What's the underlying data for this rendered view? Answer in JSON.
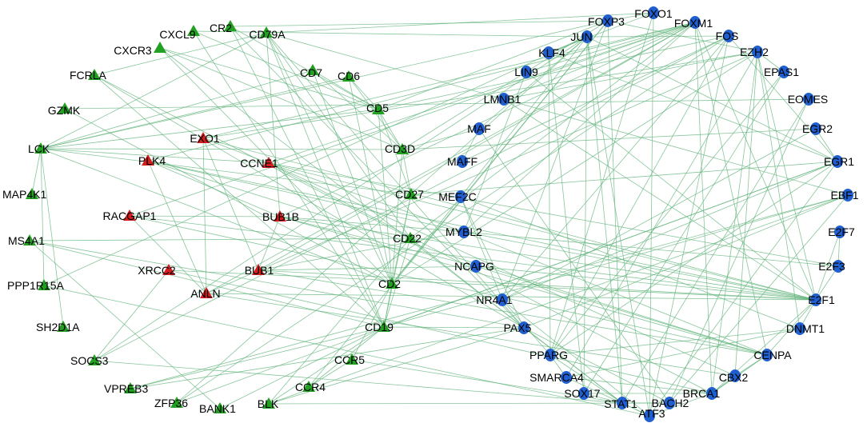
{
  "colors": {
    "edge": "#5fb37a",
    "immune_gene": "#22a022",
    "proliferation_gene": "#d41e1e",
    "transcription_factor": "#1f5fcf"
  },
  "node_types": [
    {
      "key": "immune_gene",
      "shape": "triangle",
      "color": "#22a022"
    },
    {
      "key": "proliferation_gene",
      "shape": "triangle",
      "color": "#d41e1e"
    },
    {
      "key": "transcription_factor",
      "shape": "ellipse",
      "color": "#1f5fcf"
    }
  ],
  "nodes": [
    {
      "id": "CXCL9",
      "type": "immune_gene"
    },
    {
      "id": "CR2",
      "type": "immune_gene"
    },
    {
      "id": "CD79A",
      "type": "immune_gene"
    },
    {
      "id": "CXCR3",
      "type": "immune_gene"
    },
    {
      "id": "CD7",
      "type": "immune_gene"
    },
    {
      "id": "FCRLA",
      "type": "immune_gene"
    },
    {
      "id": "CD6",
      "type": "immune_gene"
    },
    {
      "id": "GZMK",
      "type": "immune_gene"
    },
    {
      "id": "CD5",
      "type": "immune_gene"
    },
    {
      "id": "LCK",
      "type": "immune_gene"
    },
    {
      "id": "CD3D",
      "type": "immune_gene"
    },
    {
      "id": "MAP4K1",
      "type": "immune_gene"
    },
    {
      "id": "CD27",
      "type": "immune_gene"
    },
    {
      "id": "MS4A1",
      "type": "immune_gene"
    },
    {
      "id": "CD22",
      "type": "immune_gene"
    },
    {
      "id": "PPP1R15A",
      "type": "immune_gene"
    },
    {
      "id": "CD2",
      "type": "immune_gene"
    },
    {
      "id": "SH2D1A",
      "type": "immune_gene"
    },
    {
      "id": "CD19",
      "type": "immune_gene"
    },
    {
      "id": "SOCS3",
      "type": "immune_gene"
    },
    {
      "id": "CCR5",
      "type": "immune_gene"
    },
    {
      "id": "VPREB3",
      "type": "immune_gene"
    },
    {
      "id": "CCR4",
      "type": "immune_gene"
    },
    {
      "id": "ZFP36",
      "type": "immune_gene"
    },
    {
      "id": "BANK1",
      "type": "immune_gene"
    },
    {
      "id": "BLK",
      "type": "immune_gene"
    },
    {
      "id": "EXO1",
      "type": "proliferation_gene"
    },
    {
      "id": "PLK4",
      "type": "proliferation_gene"
    },
    {
      "id": "CCNE1",
      "type": "proliferation_gene"
    },
    {
      "id": "RACGAP1",
      "type": "proliferation_gene"
    },
    {
      "id": "BUB1B",
      "type": "proliferation_gene"
    },
    {
      "id": "XRCC2",
      "type": "proliferation_gene"
    },
    {
      "id": "BUB1",
      "type": "proliferation_gene"
    },
    {
      "id": "ANLN",
      "type": "proliferation_gene"
    },
    {
      "id": "FOXO1",
      "type": "transcription_factor"
    },
    {
      "id": "FOXP3",
      "type": "transcription_factor"
    },
    {
      "id": "FOXM1",
      "type": "transcription_factor"
    },
    {
      "id": "JUN",
      "type": "transcription_factor"
    },
    {
      "id": "FOS",
      "type": "transcription_factor"
    },
    {
      "id": "KLF4",
      "type": "transcription_factor"
    },
    {
      "id": "EZH2",
      "type": "transcription_factor"
    },
    {
      "id": "EPAS1",
      "type": "transcription_factor"
    },
    {
      "id": "LIN9",
      "type": "transcription_factor"
    },
    {
      "id": "EOMES",
      "type": "transcription_factor"
    },
    {
      "id": "LMNB1",
      "type": "transcription_factor"
    },
    {
      "id": "EGR2",
      "type": "transcription_factor"
    },
    {
      "id": "MAF",
      "type": "transcription_factor"
    },
    {
      "id": "EGR1",
      "type": "transcription_factor"
    },
    {
      "id": "MAFF",
      "type": "transcription_factor"
    },
    {
      "id": "EBF1",
      "type": "transcription_factor"
    },
    {
      "id": "MEF2C",
      "type": "transcription_factor"
    },
    {
      "id": "E2F7",
      "type": "transcription_factor"
    },
    {
      "id": "MYBL2",
      "type": "transcription_factor"
    },
    {
      "id": "E2F3",
      "type": "transcription_factor"
    },
    {
      "id": "NCAPG",
      "type": "transcription_factor"
    },
    {
      "id": "E2F1",
      "type": "transcription_factor"
    },
    {
      "id": "NR4A1",
      "type": "transcription_factor"
    },
    {
      "id": "DNMT1",
      "type": "transcription_factor"
    },
    {
      "id": "PAX5",
      "type": "transcription_factor"
    },
    {
      "id": "CENPA",
      "type": "transcription_factor"
    },
    {
      "id": "PPARG",
      "type": "transcription_factor"
    },
    {
      "id": "CBX2",
      "type": "transcription_factor"
    },
    {
      "id": "SMARCA4",
      "type": "transcription_factor"
    },
    {
      "id": "BRCA1",
      "type": "transcription_factor"
    },
    {
      "id": "SOX17",
      "type": "transcription_factor"
    },
    {
      "id": "BACH2",
      "type": "transcription_factor"
    },
    {
      "id": "STAT1",
      "type": "transcription_factor"
    },
    {
      "id": "ATF3",
      "type": "transcription_factor"
    }
  ],
  "edges": [
    [
      "CXCL9",
      "JUN"
    ],
    [
      "CXCL9",
      "CD19"
    ],
    [
      "CXCL9",
      "CD5"
    ],
    [
      "CR2",
      "FOXP3"
    ],
    [
      "CR2",
      "CD19"
    ],
    [
      "CR2",
      "PAX5"
    ],
    [
      "CR2",
      "CD5"
    ],
    [
      "CD79A",
      "CD19"
    ],
    [
      "CD79A",
      "CD22"
    ],
    [
      "CD79A",
      "PAX5"
    ],
    [
      "CD79A",
      "EBF1"
    ],
    [
      "CD79A",
      "CD2"
    ],
    [
      "CD79A",
      "FOXO1"
    ],
    [
      "CD79A",
      "BUB1B"
    ],
    [
      "CD79A",
      "LCK"
    ],
    [
      "CD79A",
      "FCRLA"
    ],
    [
      "CXCR3",
      "STAT1"
    ],
    [
      "CXCR3",
      "CD5"
    ],
    [
      "CXCR3",
      "CD2"
    ],
    [
      "CXCR3",
      "CD3D"
    ],
    [
      "CD7",
      "CD2"
    ],
    [
      "CD7",
      "CD5"
    ],
    [
      "CD7",
      "CD3D"
    ],
    [
      "CD7",
      "LCK"
    ],
    [
      "FCRLA",
      "CD19"
    ],
    [
      "FCRLA",
      "CD22"
    ],
    [
      "FCRLA",
      "PAX5"
    ],
    [
      "CD6",
      "CD5"
    ],
    [
      "CD6",
      "CD2"
    ],
    [
      "CD6",
      "CD3D"
    ],
    [
      "CD6",
      "LCK"
    ],
    [
      "GZMK",
      "CD2"
    ],
    [
      "GZMK",
      "EOMES"
    ],
    [
      "CD5",
      "LCK"
    ],
    [
      "CD5",
      "CD2"
    ],
    [
      "CD5",
      "CD3D"
    ],
    [
      "CD5",
      "CD27"
    ],
    [
      "CD5",
      "FOS"
    ],
    [
      "CD5",
      "FOXP3"
    ],
    [
      "LCK",
      "CD3D"
    ],
    [
      "LCK",
      "CD2"
    ],
    [
      "LCK",
      "CD27"
    ],
    [
      "LCK",
      "FOXP3"
    ],
    [
      "LCK",
      "MAP4K1"
    ],
    [
      "LCK",
      "SH2D1A"
    ],
    [
      "LCK",
      "PPP1R15A"
    ],
    [
      "LCK",
      "CCNE1"
    ],
    [
      "CD3D",
      "CD2"
    ],
    [
      "CD3D",
      "CD27"
    ],
    [
      "CD3D",
      "FOXP3"
    ],
    [
      "CD3D",
      "EGR2"
    ],
    [
      "CD3D",
      "MAF"
    ],
    [
      "CD27",
      "CD2"
    ],
    [
      "CD27",
      "CD19"
    ],
    [
      "CD27",
      "EGR1"
    ],
    [
      "MS4A1",
      "CD19"
    ],
    [
      "MS4A1",
      "CD22"
    ],
    [
      "MS4A1",
      "PAX5"
    ],
    [
      "MS4A1",
      "BANK1"
    ],
    [
      "CD22",
      "CD19"
    ],
    [
      "CD22",
      "PAX5"
    ],
    [
      "CD22",
      "BLK"
    ],
    [
      "CD22",
      "FOXM1"
    ],
    [
      "CD2",
      "CD19"
    ],
    [
      "CD2",
      "EZH2"
    ],
    [
      "CD2",
      "FOXP3"
    ],
    [
      "CD2",
      "JUN"
    ],
    [
      "CD2",
      "CCR5"
    ],
    [
      "CD19",
      "PAX5"
    ],
    [
      "CD19",
      "BLK"
    ],
    [
      "CD19",
      "VPREB3"
    ],
    [
      "CD19",
      "BANK1"
    ],
    [
      "CD19",
      "EBF1"
    ],
    [
      "CD19",
      "EGR1"
    ],
    [
      "CD19",
      "CCR4"
    ],
    [
      "SOCS3",
      "STAT1"
    ],
    [
      "SOCS3",
      "JUN"
    ],
    [
      "SOCS3",
      "FOS"
    ],
    [
      "CCR5",
      "CCR4"
    ],
    [
      "CCR5",
      "STAT1"
    ],
    [
      "CCR4",
      "FOXP3"
    ],
    [
      "VPREB3",
      "PAX5"
    ],
    [
      "VPREB3",
      "EBF1"
    ],
    [
      "ZFP36",
      "FOS"
    ],
    [
      "ZFP36",
      "JUN"
    ],
    [
      "ZFP36",
      "EGR1"
    ],
    [
      "BLK",
      "PAX5"
    ],
    [
      "BLK",
      "EBF1"
    ],
    [
      "BLK",
      "BACH2"
    ],
    [
      "PPP1R15A",
      "ATF3"
    ],
    [
      "PPP1R15A",
      "JUN"
    ],
    [
      "EXO1",
      "E2F1"
    ],
    [
      "EXO1",
      "FOXM1"
    ],
    [
      "EXO1",
      "BUB1"
    ],
    [
      "EXO1",
      "ANLN"
    ],
    [
      "EXO1",
      "EZH2"
    ],
    [
      "EXO1",
      "CCNE1"
    ],
    [
      "PLK4",
      "FOXM1"
    ],
    [
      "PLK4",
      "E2F1"
    ],
    [
      "PLK4",
      "MYBL2"
    ],
    [
      "PLK4",
      "ANLN"
    ],
    [
      "PLK4",
      "BUB1B"
    ],
    [
      "PLK4",
      "CENPA"
    ],
    [
      "CCNE1",
      "E2F1"
    ],
    [
      "CCNE1",
      "E2F3"
    ],
    [
      "CCNE1",
      "BRCA1"
    ],
    [
      "CCNE1",
      "MYBL2"
    ],
    [
      "CCNE1",
      "FOXM1"
    ],
    [
      "CCNE1",
      "CBX2"
    ],
    [
      "RACGAP1",
      "FOXM1"
    ],
    [
      "RACGAP1",
      "E2F1"
    ],
    [
      "RACGAP1",
      "ANLN"
    ],
    [
      "RACGAP1",
      "BUB1B"
    ],
    [
      "RACGAP1",
      "CENPA"
    ],
    [
      "BUB1B",
      "FOXM1"
    ],
    [
      "BUB1B",
      "E2F1"
    ],
    [
      "BUB1B",
      "BUB1"
    ],
    [
      "BUB1B",
      "MYBL2"
    ],
    [
      "BUB1B",
      "NCAPG"
    ],
    [
      "BUB1B",
      "CENPA"
    ],
    [
      "XRCC2",
      "BRCA1"
    ],
    [
      "XRCC2",
      "E2F1"
    ],
    [
      "XRCC2",
      "SOCS3"
    ],
    [
      "BUB1",
      "FOXM1"
    ],
    [
      "BUB1",
      "E2F1"
    ],
    [
      "BUB1",
      "NCAPG"
    ],
    [
      "BUB1",
      "CENPA"
    ],
    [
      "BUB1",
      "MYBL2"
    ],
    [
      "ANLN",
      "FOXM1"
    ],
    [
      "ANLN",
      "E2F1"
    ],
    [
      "ANLN",
      "EZH2"
    ],
    [
      "ANLN",
      "CBX2"
    ],
    [
      "FOXM1",
      "E2F1"
    ],
    [
      "FOXM1",
      "MYBL2"
    ],
    [
      "FOXM1",
      "CENPA"
    ],
    [
      "FOXM1",
      "LIN9"
    ],
    [
      "FOXM1",
      "BRCA1"
    ],
    [
      "FOXO1",
      "KLF4"
    ],
    [
      "FOXO1",
      "PPARG"
    ],
    [
      "FOXO1",
      "FOXP3"
    ],
    [
      "FOXO1",
      "ATF3"
    ],
    [
      "FOXP3",
      "STAT1"
    ],
    [
      "FOXP3",
      "EZH2"
    ],
    [
      "FOXP3",
      "NR4A1"
    ],
    [
      "JUN",
      "FOS"
    ],
    [
      "JUN",
      "ATF3"
    ],
    [
      "JUN",
      "STAT1"
    ],
    [
      "JUN",
      "KLF4"
    ],
    [
      "JUN",
      "EGR1"
    ],
    [
      "JUN",
      "MAF"
    ],
    [
      "JUN",
      "SOX17"
    ],
    [
      "FOS",
      "EGR1"
    ],
    [
      "FOS",
      "ATF3"
    ],
    [
      "FOS",
      "MAFF"
    ],
    [
      "FOS",
      "NR4A1"
    ],
    [
      "FOS",
      "PPARG"
    ],
    [
      "KLF4",
      "PPARG"
    ],
    [
      "KLF4",
      "EGR1"
    ],
    [
      "KLF4",
      "SOX17"
    ],
    [
      "EZH2",
      "E2F1"
    ],
    [
      "EZH2",
      "BRCA1"
    ],
    [
      "EZH2",
      "DNMT1"
    ],
    [
      "EZH2",
      "CBX2"
    ],
    [
      "EZH2",
      "SMARCA4"
    ],
    [
      "EZH2",
      "LMNB1"
    ],
    [
      "EPAS1",
      "EZH2"
    ],
    [
      "EPAS1",
      "PPARG"
    ],
    [
      "EPAS1",
      "SOX17"
    ],
    [
      "LIN9",
      "MYBL2"
    ],
    [
      "LIN9",
      "E2F1"
    ],
    [
      "EOMES",
      "STAT1"
    ],
    [
      "EOMES",
      "BACH2"
    ],
    [
      "LMNB1",
      "E2F1"
    ],
    [
      "LMNB1",
      "FOXM1"
    ],
    [
      "EGR2",
      "EGR1"
    ],
    [
      "EGR2",
      "NR4A1"
    ],
    [
      "MAF",
      "MAFF"
    ],
    [
      "MAF",
      "BACH2"
    ],
    [
      "EGR1",
      "NR4A1"
    ],
    [
      "EGR1",
      "ATF3"
    ],
    [
      "EGR1",
      "PPARG"
    ],
    [
      "EBF1",
      "PAX5"
    ],
    [
      "EBF1",
      "BACH2"
    ],
    [
      "MEF2C",
      "NR4A1"
    ],
    [
      "MEF2C",
      "PAX5"
    ],
    [
      "MEF2C",
      "DNMT1"
    ],
    [
      "E2F7",
      "E2F1"
    ],
    [
      "E2F7",
      "E2F3"
    ],
    [
      "MYBL2",
      "E2F1"
    ],
    [
      "MYBL2",
      "CENPA"
    ],
    [
      "E2F3",
      "E2F1"
    ],
    [
      "E2F3",
      "MYBL2"
    ],
    [
      "NCAPG",
      "E2F1"
    ],
    [
      "NCAPG",
      "CENPA"
    ],
    [
      "E2F1",
      "BRCA1"
    ],
    [
      "E2F1",
      "DNMT1"
    ],
    [
      "E2F1",
      "CENPA"
    ],
    [
      "NR4A1",
      "ATF3"
    ],
    [
      "NR4A1",
      "PPARG"
    ],
    [
      "DNMT1",
      "SMARCA4"
    ],
    [
      "DNMT1",
      "PPARG"
    ],
    [
      "PAX5",
      "BACH2"
    ],
    [
      "PAX5",
      "STAT1"
    ],
    [
      "CENPA",
      "BRCA1"
    ],
    [
      "CENPA",
      "CBX2"
    ],
    [
      "PPARG",
      "STAT1"
    ],
    [
      "PPARG",
      "SMARCA4"
    ],
    [
      "CBX2",
      "BRCA1"
    ],
    [
      "SMARCA4",
      "BRCA1"
    ],
    [
      "SMARCA4",
      "ATF3"
    ],
    [
      "BRCA1",
      "ATF3"
    ],
    [
      "BRCA1",
      "SOX17"
    ],
    [
      "SOX17",
      "STAT1"
    ],
    [
      "BACH2",
      "STAT1"
    ],
    [
      "STAT1",
      "ATF3"
    ]
  ]
}
